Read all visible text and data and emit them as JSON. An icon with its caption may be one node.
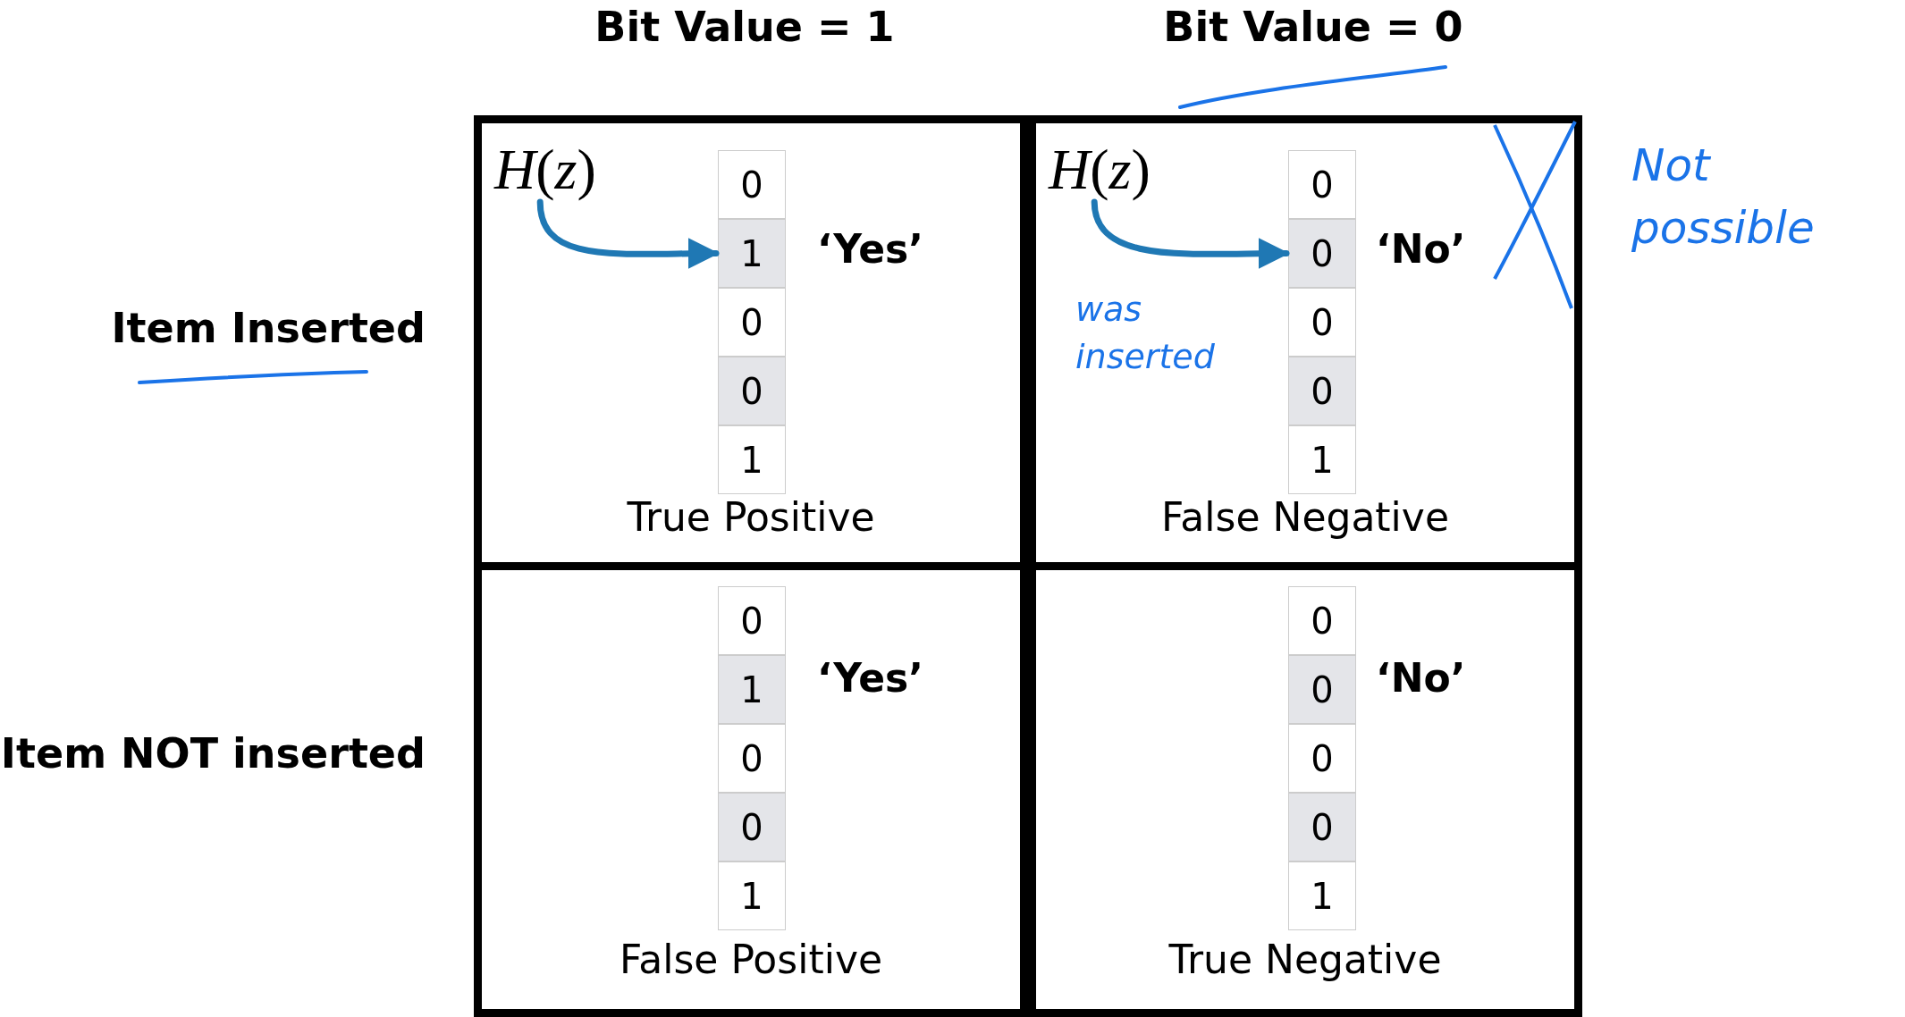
{
  "diagram": {
    "nodes": [
      {
        "text": [
          "‘Yes’",
          "True Positive"
        ]
      },
      {
        "text": [
          "*H*(*z*)"
        ],
        "in": 0
      },
      {
        "text": [
          "0"
        ],
        "in": 0
      },
      {
        "text": [
          "1"
        ],
        "in": 0
      },
      {
        "text": [
          "0"
        ],
        "in": 0
      },
      {
        "text": [
          "0"
        ],
        "in": 0
      },
      {
        "text": [
          "1"
        ],
        "in": 0
      },
      {
        "text": [
          "‘No’",
          "False Negative"
        ]
      },
      {
        "text": [
          "*H*(*z*)"
        ],
        "in": 7
      },
      {
        "text": [
          "0"
        ],
        "in": 7
      },
      {
        "text": [
          "0"
        ],
        "in": 7
      },
      {
        "text": [
          "0"
        ],
        "in": 7
      },
      {
        "text": [
          "0"
        ],
        "in": 7
      },
      {
        "text": [
          "1"
        ],
        "in": 7
      },
      {
        "text": [
          "‘Yes’",
          "False Positive"
        ]
      },
      {
        "text": [
          "0"
        ],
        "in": 14
      },
      {
        "text": [
          "1"
        ],
        "in": 14
      },
      {
        "text": [
          "0"
        ],
        "in": 14
      },
      {
        "text": [
          "0"
        ],
        "in": 14
      },
      {
        "text": [
          "1"
        ],
        "in": 14
      },
      {
        "text": [
          "‘No’",
          "True Negative"
        ]
      },
      {
        "text": [
          "0"
        ],
        "in": 20
      },
      {
        "text": [
          "0"
        ],
        "in": 20
      },
      {
        "text": [
          "0"
        ],
        "in": 20
      },
      {
        "text": [
          "0"
        ],
        "in": 20
      },
      {
        "text": [
          "1"
        ],
        "in": 20
      }
    ],
    "edges": [
      {
        "from": 1,
        "to": 3,
        "arrow": "to"
      },
      {
        "from": 8,
        "to": 10,
        "arrow": "to"
      }
    ],
    "labels": [
      "Bit Value = 1",
      "Bit Value = 0",
      "Not possible",
      "Item Inserted",
      "was inserted",
      "Item NOT inserted"
    ]
  }
}
